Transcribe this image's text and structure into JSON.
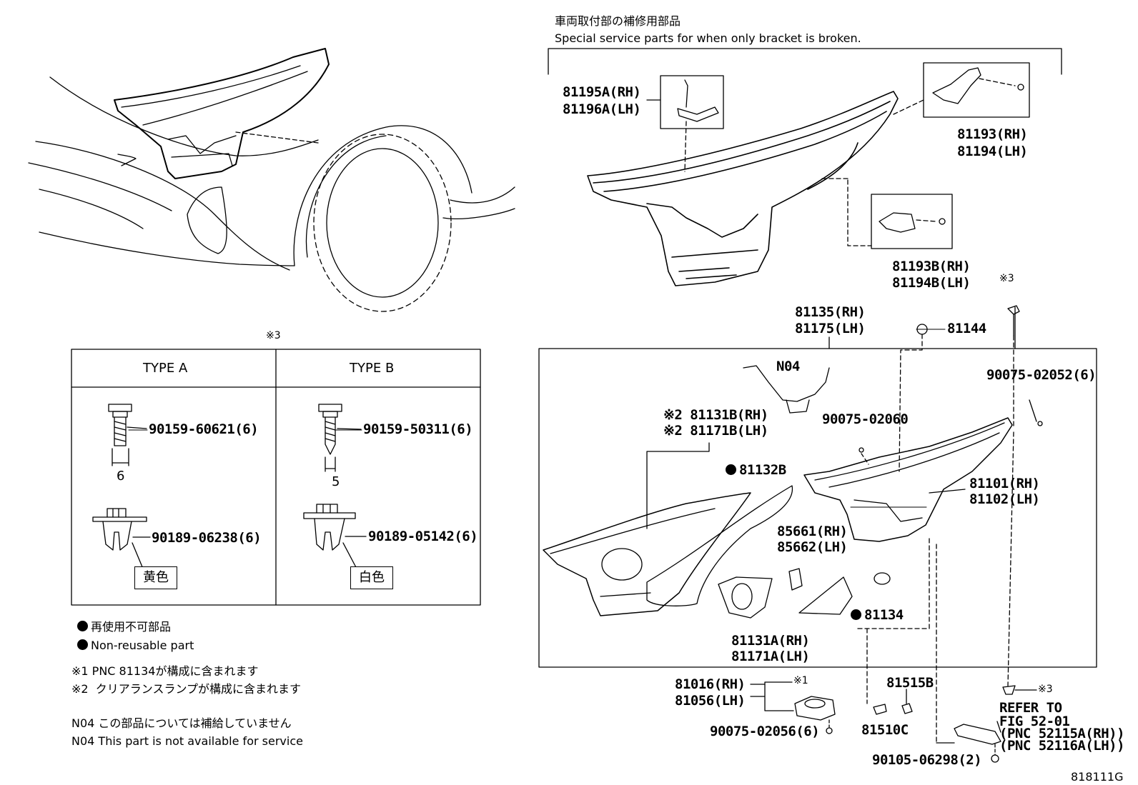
{
  "header": {
    "title_jp": "車両取付部の補修用部品",
    "title_en": "Special service parts for when only bracket is broken."
  },
  "fastener_table": {
    "mark": "※3",
    "type_a": "TYPE A",
    "type_b": "TYPE B",
    "a_bolt": "90159-60621(6)",
    "a_bolt_dim": "6",
    "b_bolt": "90159-50311(6)",
    "b_bolt_dim": "5",
    "a_clip": "90189-06238(6)",
    "b_clip": "90189-05142(6)",
    "a_color": "黄色",
    "b_color": "白色"
  },
  "legend": {
    "nonreuse_jp": "再使用不可部品",
    "nonreuse_en": "Non-reusable part",
    "note1": "※1 PNC 81134が構成に含まれます",
    "note2": "※2  クリアランスランプが構成に含まれます",
    "n04_jp": "N04 この部品については補給していません",
    "n04_en": "N04 This part is not available for service"
  },
  "parts": {
    "p81195a": "81195A(RH)",
    "p81196a": "81196A(LH)",
    "p81193": "81193(RH)",
    "p81194": "81194(LH)",
    "p81193b": "81193B(RH)",
    "p81194b": "81194B(LH)",
    "p81135": "81135(RH)",
    "p81175": "81175(LH)",
    "p81144": "81144",
    "mark3_top": "※3",
    "p90075_02052": "90075-02052(6)",
    "n04": "N04",
    "p90075_02060": "90075-02060",
    "p81131b": "※2 81131B(RH)",
    "p81171b": "※2 81171B(LH)",
    "p81132b": "81132B",
    "p81101": "81101(RH)",
    "p81102": "81102(LH)",
    "p85661": "85661(RH)",
    "p85662": "85662(LH)",
    "p81134": "81134",
    "p81131a": "81131A(RH)",
    "p81171a": "81171A(LH)",
    "p81016": "81016(RH)",
    "p81056": "81056(LH)",
    "mark1": "※1",
    "p90075_02056": "90075-02056(6)",
    "p81515b": "81515B",
    "p81510c": "81510C",
    "mark3_bottom": "※3",
    "refer1": "REFER TO",
    "refer2": "FIG 52-01",
    "refer3": "(PNC 52115A(RH))",
    "refer4": "(PNC 52116A(LH))",
    "p90105": "90105-06298(2)",
    "figure_id": "818111G"
  }
}
